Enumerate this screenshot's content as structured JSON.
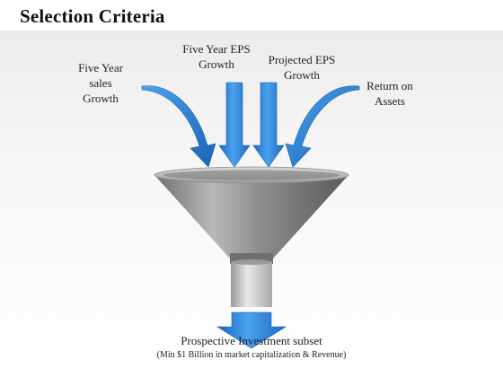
{
  "title": "Selection Criteria",
  "inputs": [
    {
      "label": "Five Year sales Growth",
      "lines": [
        "Five Year",
        "sales",
        "Growth"
      ]
    },
    {
      "label": "Five Year EPS Growth",
      "lines": [
        "Five Year EPS",
        "Growth"
      ]
    },
    {
      "label": "Projected EPS Growth",
      "lines": [
        "Projected EPS",
        "Growth"
      ]
    },
    {
      "label": "Return on Assets",
      "lines": [
        "Return on",
        "Assets"
      ]
    }
  ],
  "output": {
    "label": "Prospective Investment subset",
    "note": "(Min $1 Billion in market capitalization & Revenue)"
  },
  "colors": {
    "arrow": "#2f86d8",
    "arrow_dark": "#1b63b4",
    "funnel": "#8a8a8a"
  }
}
